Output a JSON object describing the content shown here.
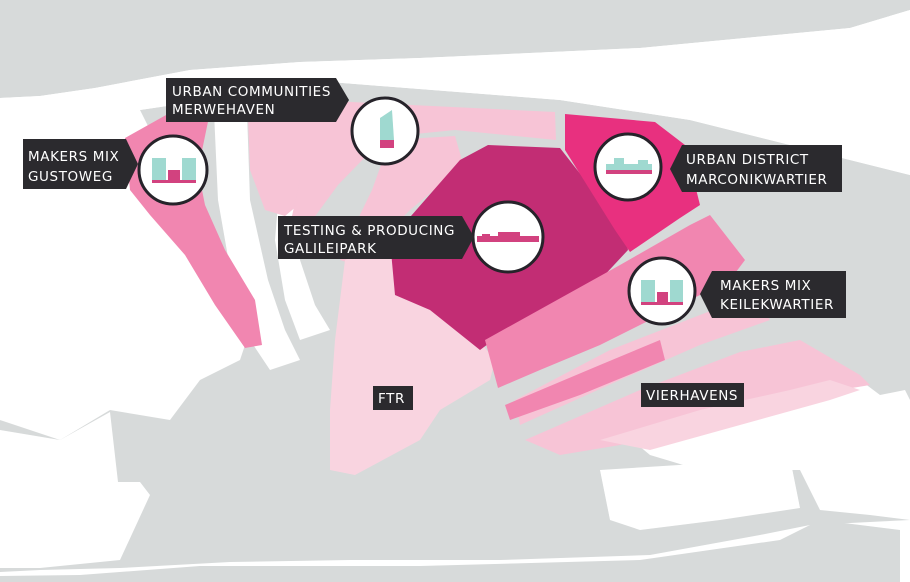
{
  "map": {
    "colors": {
      "land": "#d7dada",
      "water": "#ffffff",
      "pink_light": "#f7c4d6",
      "pink_lighter": "#f9d4e0",
      "pink_medium": "#f186b0",
      "pink_hot": "#e8307f",
      "magenta": "#c22d74",
      "label_bg": "#2b2a2e",
      "icon_mint": "#9fd9d0",
      "icon_pink": "#d2427f"
    },
    "labels": {
      "makers_gustoweg": [
        "MAKERS MIX",
        "GUSTOWEG"
      ],
      "urban_merwehaven": [
        "URBAN COMMUNITIES",
        "MERWEHAVEN"
      ],
      "urban_marconi": [
        "URBAN DISTRICT",
        "MARCONIKWARTIER"
      ],
      "testing_galilei": [
        "TESTING & PRODUCING",
        "GALILEIPARK"
      ],
      "makers_keilek": [
        "MAKERS MIX",
        "KEILEKWARTIER"
      ],
      "ftr": "FTR",
      "vierhavens": "VIERHAVENS"
    },
    "icons": {
      "gustoweg": "mixed-buildings-icon",
      "merwehaven": "tower-building-icon",
      "marconi": "district-buildings-icon",
      "galilei": "industrial-building-icon",
      "keilek": "mixed-buildings-icon"
    }
  }
}
